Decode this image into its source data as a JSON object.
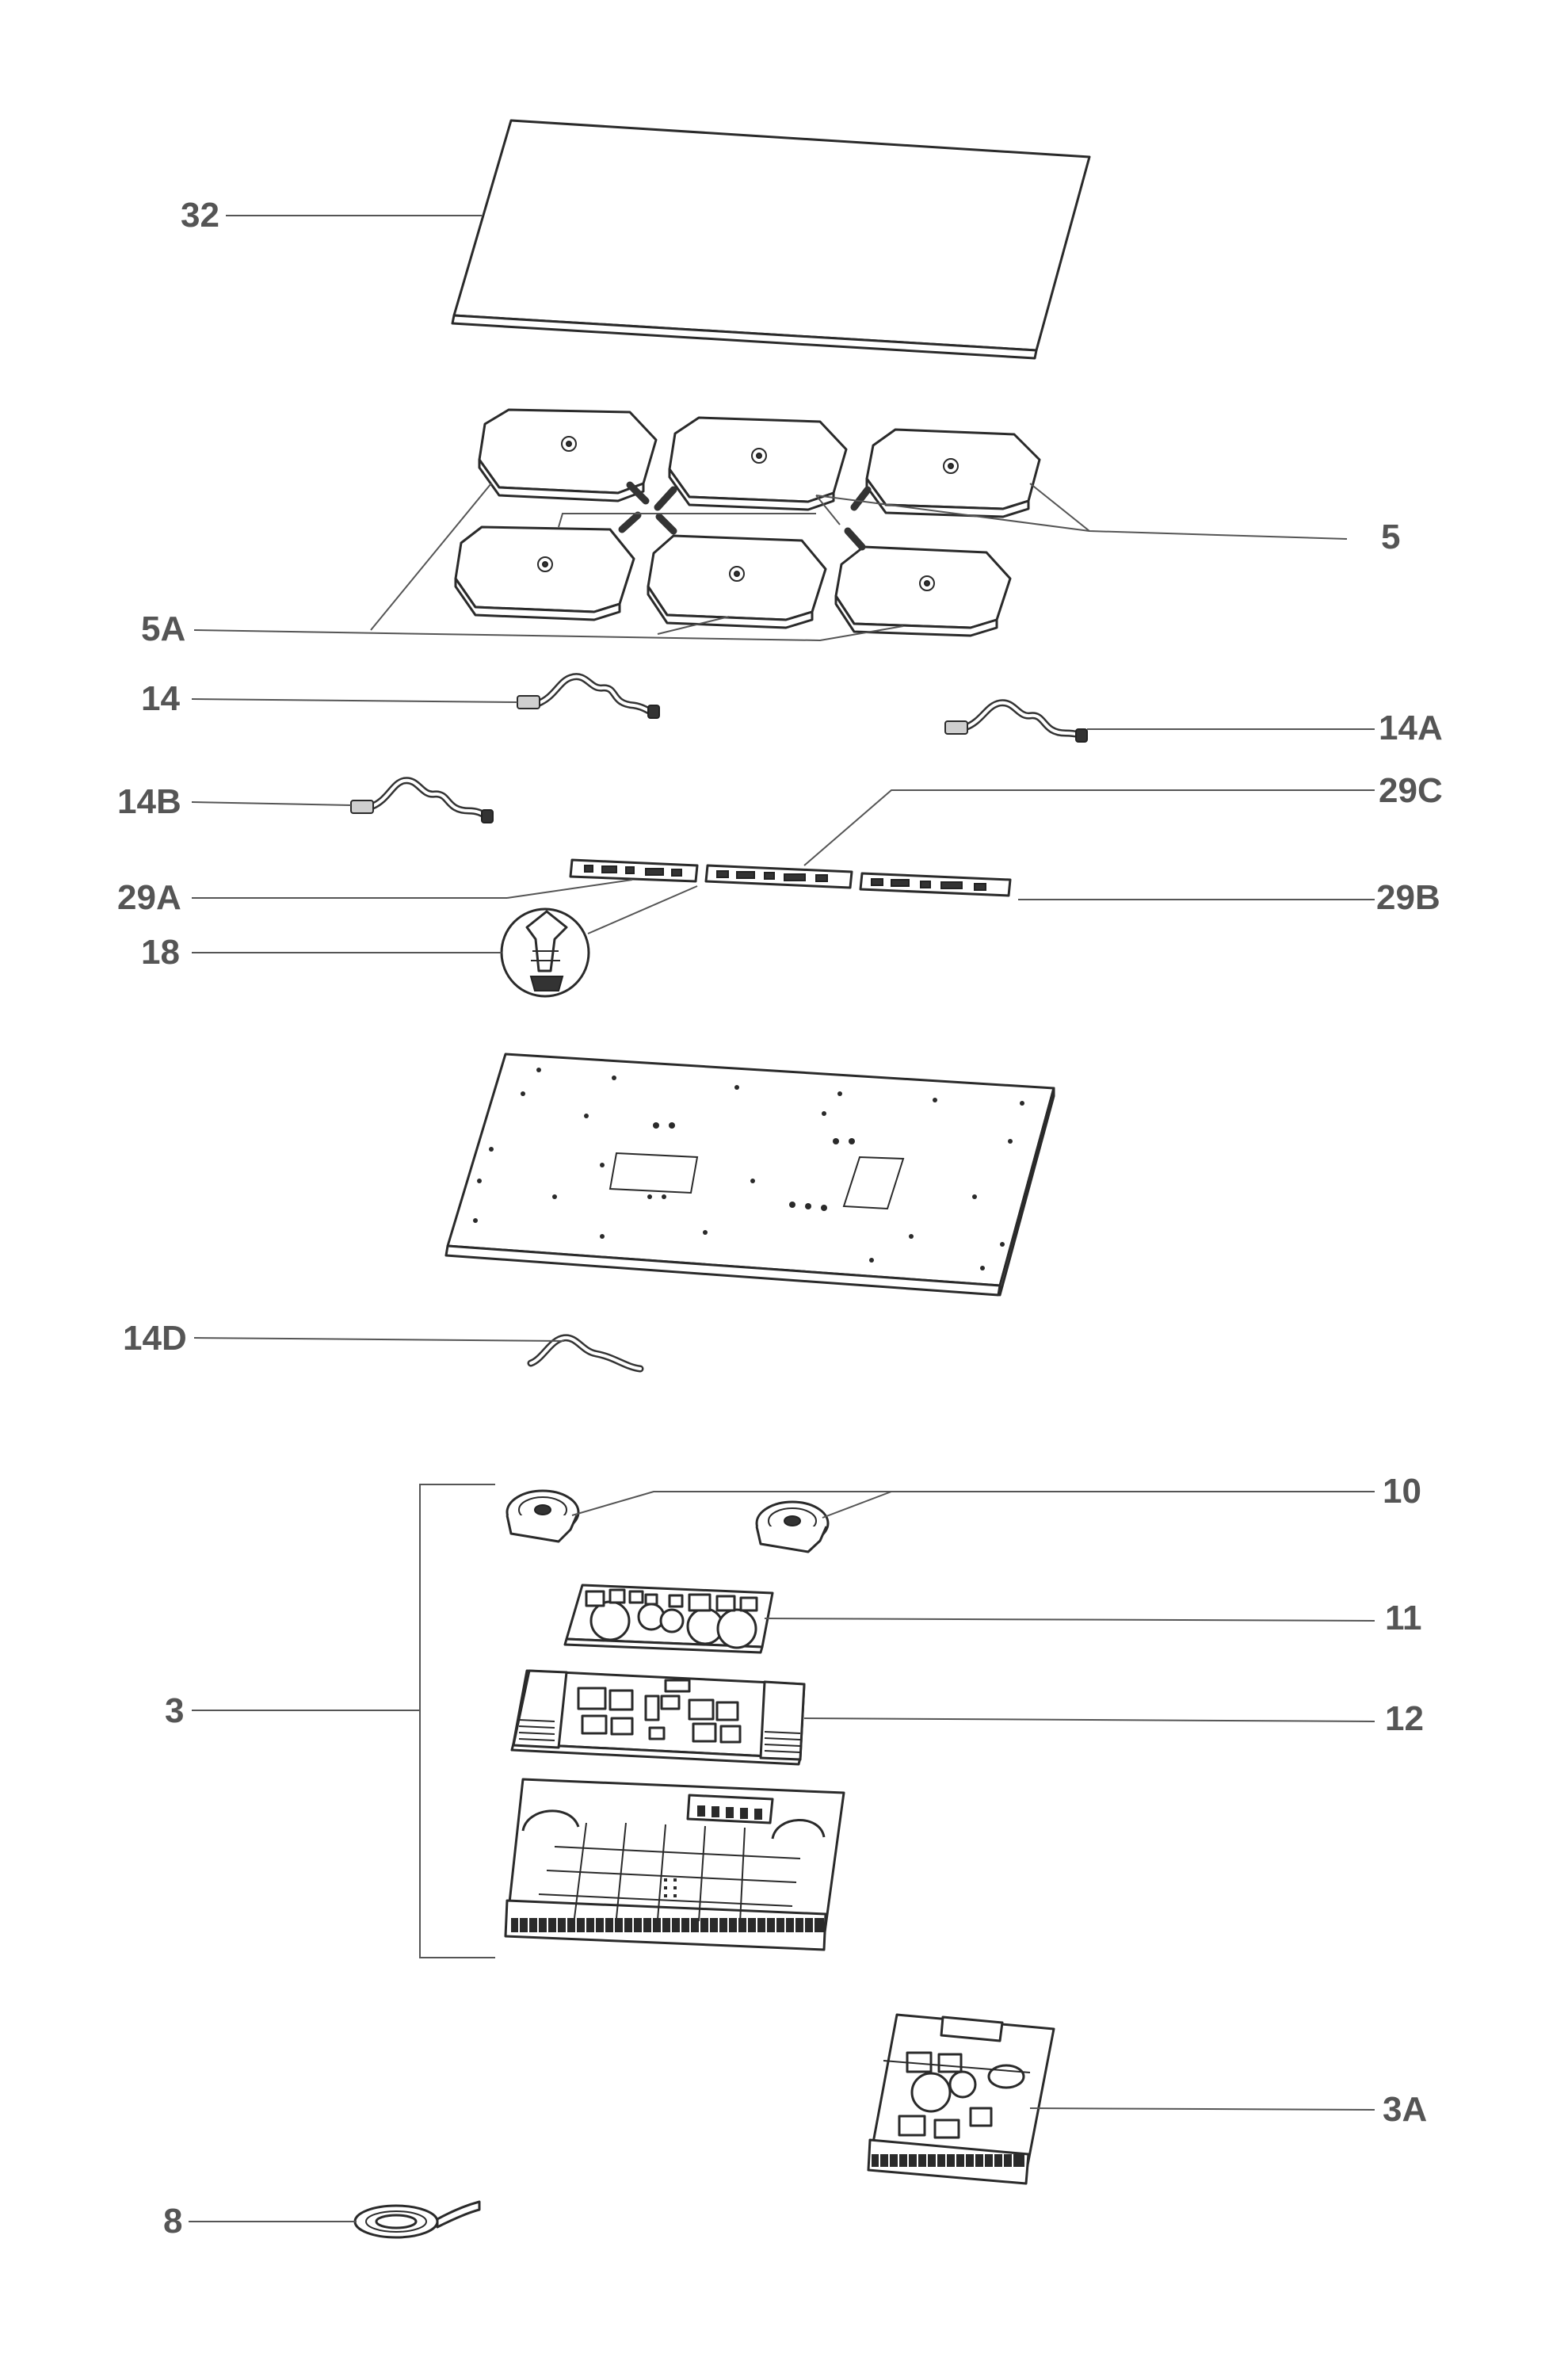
{
  "callouts": {
    "p32": "32",
    "p5": "5",
    "p5A": "5A",
    "p14": "14",
    "p14A": "14A",
    "p14B": "14B",
    "p29C": "29C",
    "p29A": "29A",
    "p29B": "29B",
    "p18": "18",
    "p14D": "14D",
    "p10": "10",
    "p11": "11",
    "p3": "3",
    "p12": "12",
    "p3A": "3A",
    "p8": "8"
  },
  "colors": {
    "label": "#555555",
    "outline": "#2a2a2a",
    "background": "#ffffff"
  }
}
